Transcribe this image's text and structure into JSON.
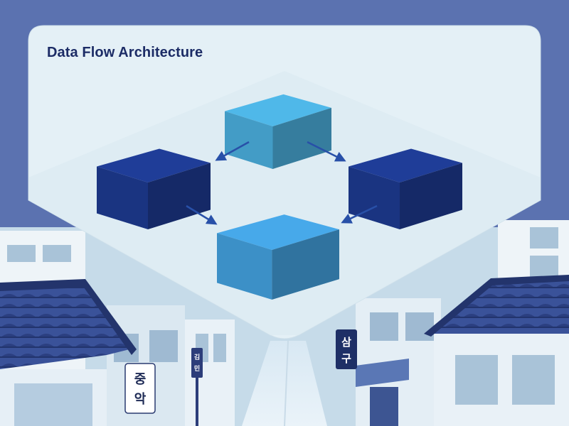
{
  "diagram": {
    "title": "Data Flow Architecture",
    "nodes": [
      {
        "id": "top",
        "color": "#4fb8e9"
      },
      {
        "id": "left",
        "color": "#1f3d98"
      },
      {
        "id": "right",
        "color": "#1f3d98"
      },
      {
        "id": "bottom",
        "color": "#47a9ea"
      }
    ],
    "edges": [
      {
        "from": "top",
        "to": "left"
      },
      {
        "from": "top",
        "to": "right"
      },
      {
        "from": "left",
        "to": "bottom"
      },
      {
        "from": "right",
        "to": "bottom"
      }
    ]
  },
  "street_signs": {
    "left_sign": "중\n악",
    "center_sign": "김\n민",
    "right_sign": "삼\n구"
  },
  "colors": {
    "frame": "#5b72b0",
    "panel": "#e4f0f6",
    "roof": "#33488f",
    "arrow": "#2850a8"
  }
}
